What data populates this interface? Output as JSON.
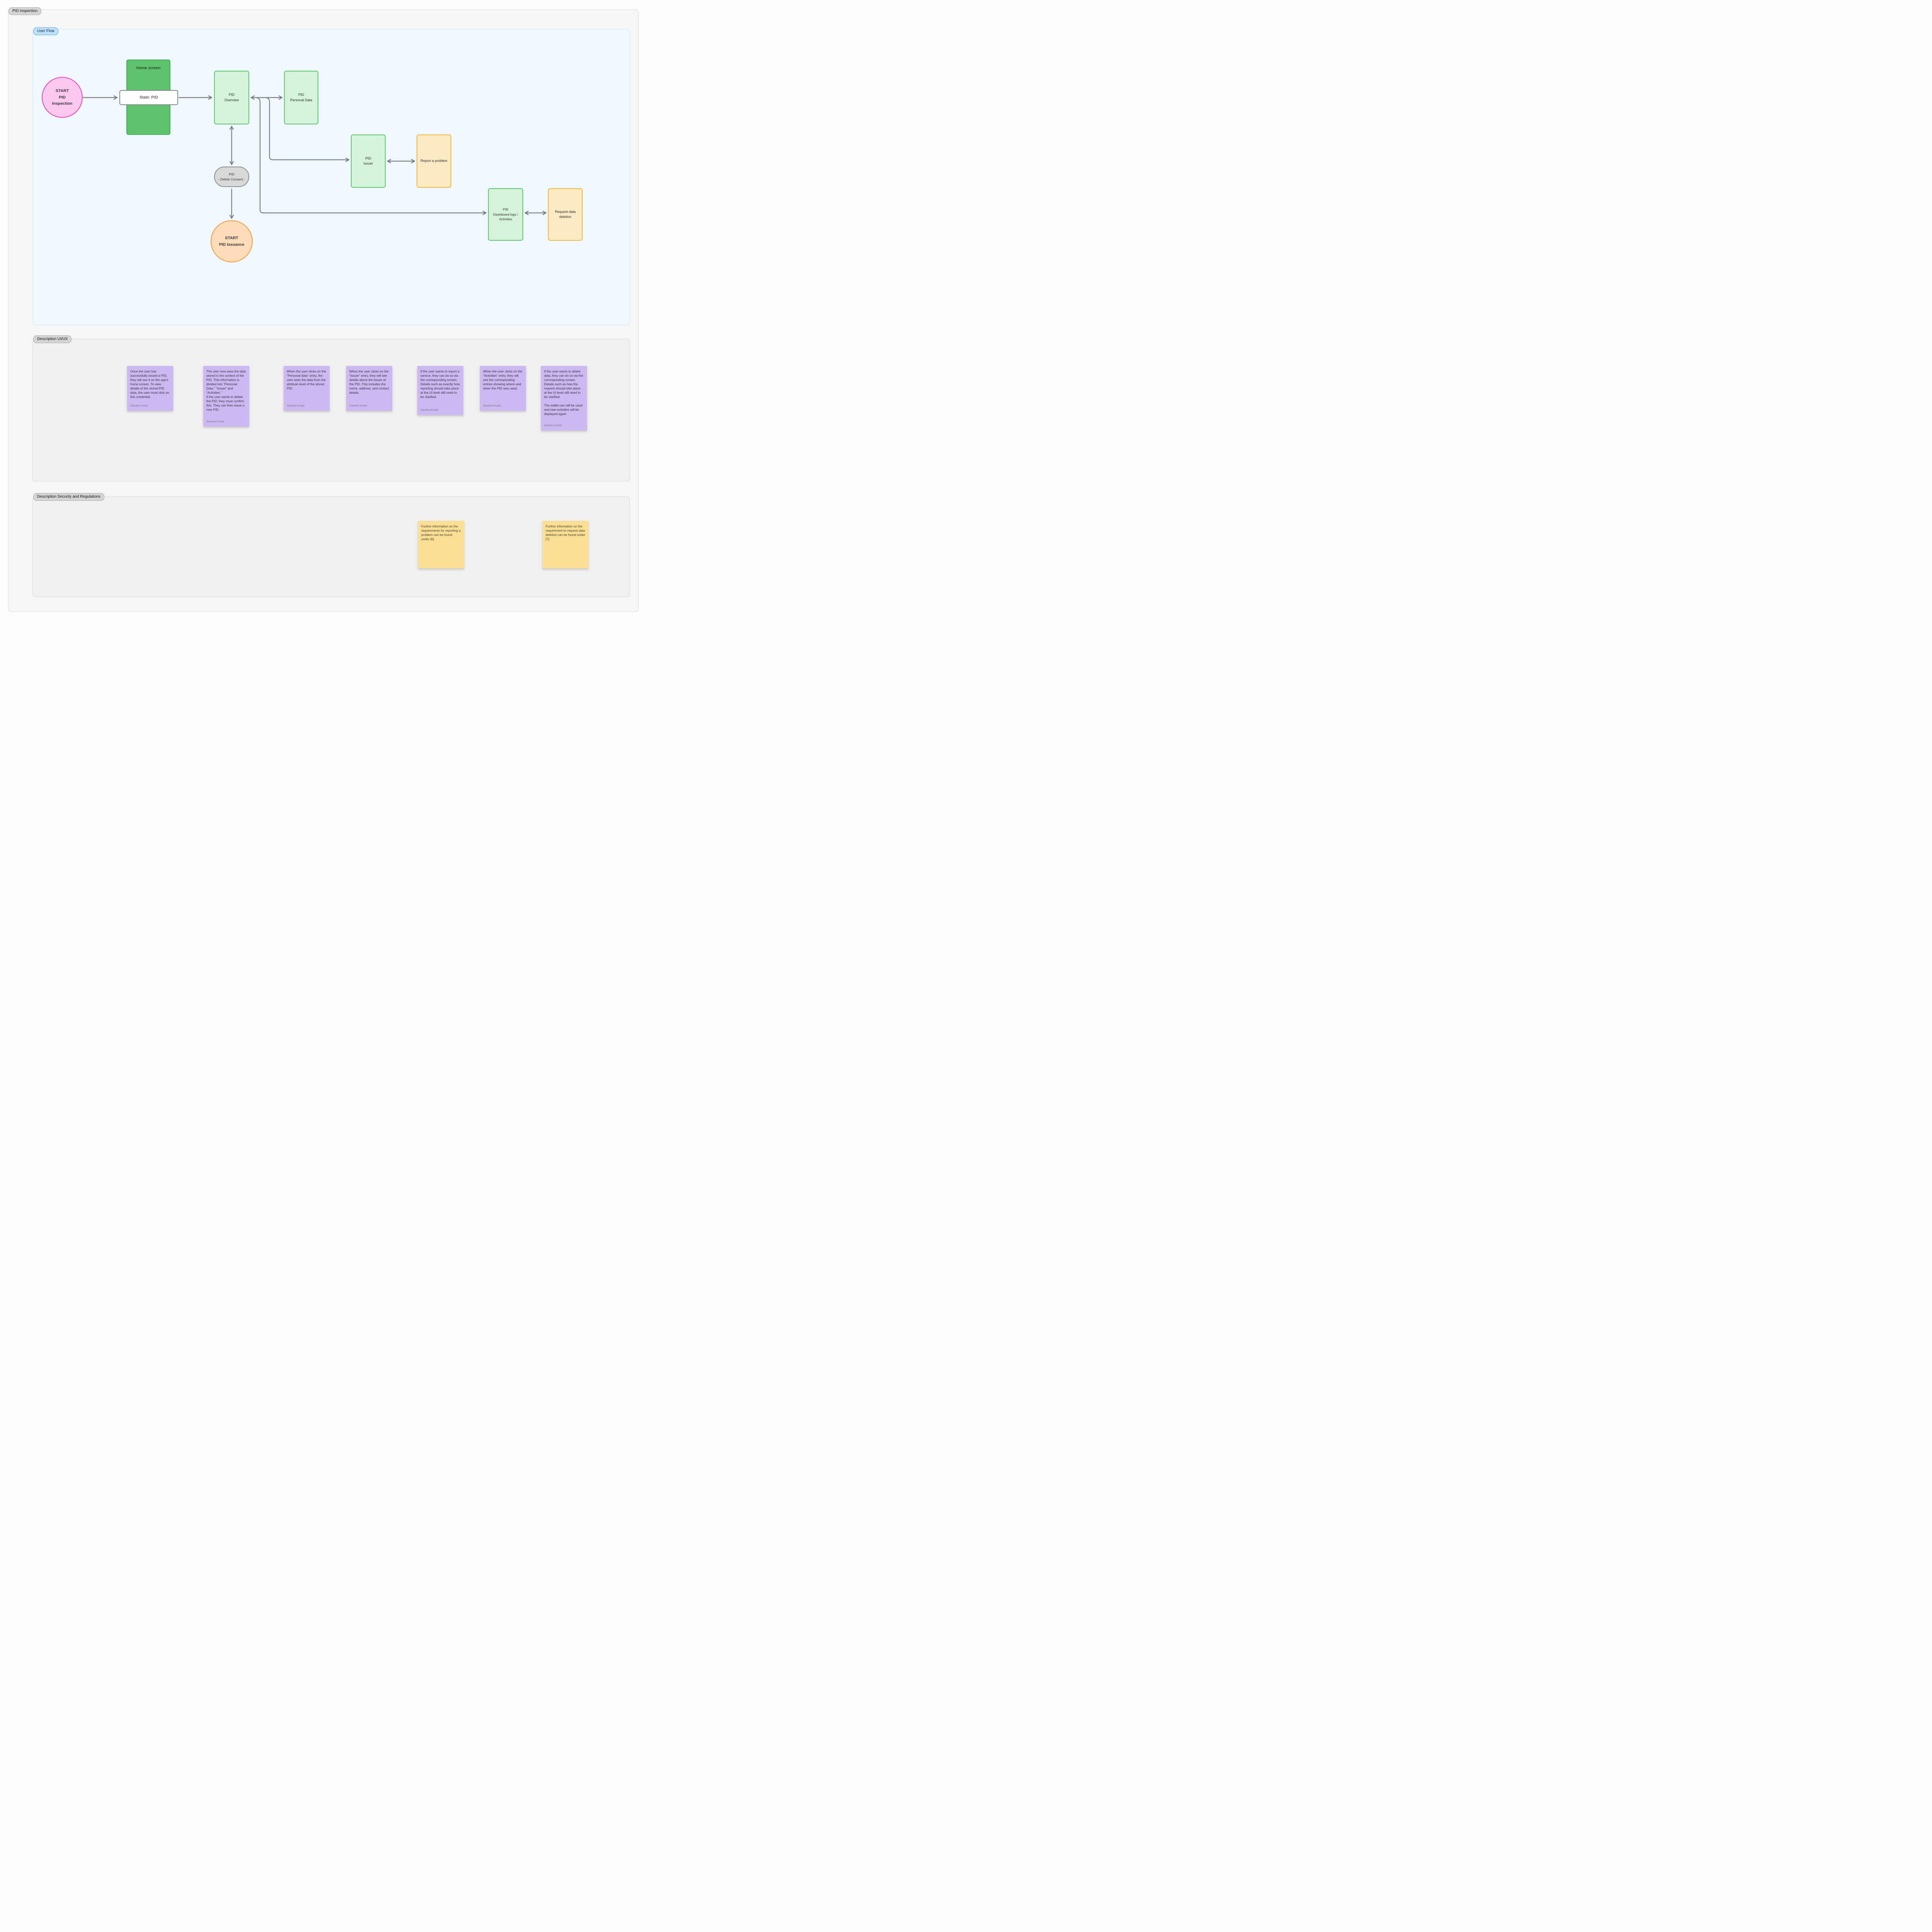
{
  "page": {
    "title_badge": "PID Inspection"
  },
  "user_flow": {
    "badge": "User Flow",
    "nodes": {
      "start_inspection": {
        "lines": [
          "START",
          "PID",
          "Inspection"
        ]
      },
      "home_screen": {
        "label": "Home screen"
      },
      "state_pid": {
        "label": "State: PID"
      },
      "pid_overview": {
        "lines": [
          "PID",
          "Overview"
        ]
      },
      "pid_personal_data": {
        "lines": [
          "PID",
          "Personal Data"
        ]
      },
      "pid_issuer": {
        "lines": [
          "PID",
          "Issuer"
        ]
      },
      "report_problem": {
        "label": "Report a problem"
      },
      "pid_dashboard": {
        "lines": [
          "PID",
          "Dashboard logs /",
          "Activities"
        ]
      },
      "request_deletion": {
        "lines": [
          "Request data",
          "deletion"
        ]
      },
      "delete_consent": {
        "lines": [
          "PID",
          "- Delete Consent -"
        ]
      },
      "start_issuance": {
        "lines": [
          "START",
          "PID Issuance"
        ]
      }
    }
  },
  "descriptions_uiux": {
    "badge": "Description UI/UX",
    "notes": [
      {
        "text": "Once the user has successfully issued a PID, they will see it on the app's home screen. To view details of the stored PID data, the user must click on this credential.",
        "author": "Sandra Kostic"
      },
      {
        "text": "The user now sees the data stored in the context of the PID. This information is divided into “Personal Data,” “Issuer” and “Activities.”\nIf the user wants to delete the PID, they must confirm this. They can then issue a new PID.",
        "author": "Sandra Kostic"
      },
      {
        "text": "When the user clicks on the “Personal data” entry, the user sees the data from the attribute level of the stored PID.",
        "author": "Sandra Kostic"
      },
      {
        "text": "When the user clicks on the “Issuer” entry, they will see details about the issuer of the PID. This includes the name, address, and contact details.",
        "author": "Sandra Kostic"
      },
      {
        "text": "If the user wants to report a service, they can do so via the corresponding screen. Details such as exactly how reporting should take place at the UI level still need to be clarified.",
        "author": "Sandra Kostic"
      },
      {
        "text": "When the user clicks on the “Activities” entry, they will see the corresponding entries showing where and when the PID was used.",
        "author": "Sandra Kostic"
      },
      {
        "text": "If the user wants to delete data, they can do so via the corresponding screen. Details such as how the request should take place at the UI level still need to be clarified.\n\nThe wallet can still be used and new activities will be displayed again",
        "author": "Sandra Kostic"
      }
    ]
  },
  "descriptions_security": {
    "badge": "Description Security and Regulations",
    "notes": [
      {
        "text": "Further information on the requirements for reporting a problem can be found under [6]."
      },
      {
        "text": "Further information on the requirement to request data deletion can be found under [7]."
      }
    ]
  },
  "colors": {
    "flow_bg": "#EFF8FD",
    "flow_border": "#C7E5F6",
    "start_inspection_fill": "#FAC7ED",
    "start_inspection_stroke": "#EA47BE",
    "home_fill": "#5DC46D",
    "home_stroke": "#46AF59",
    "screen_fill": "#D5F3D9",
    "screen_stroke": "#5EC470",
    "action_fill": "#FCEAC5",
    "action_stroke": "#F3B83F",
    "state_fill": "#FFFFFF",
    "state_stroke": "#898989",
    "consent_fill": "#D8D8D8",
    "consent_stroke": "#8F8F8F",
    "start_issuance_fill": "#FDDCB9",
    "start_issuance_stroke": "#EF9B3E",
    "note_purple": "#CDB9F1",
    "note_yellow": "#FBDF94",
    "connector": "#7A7A7A"
  }
}
